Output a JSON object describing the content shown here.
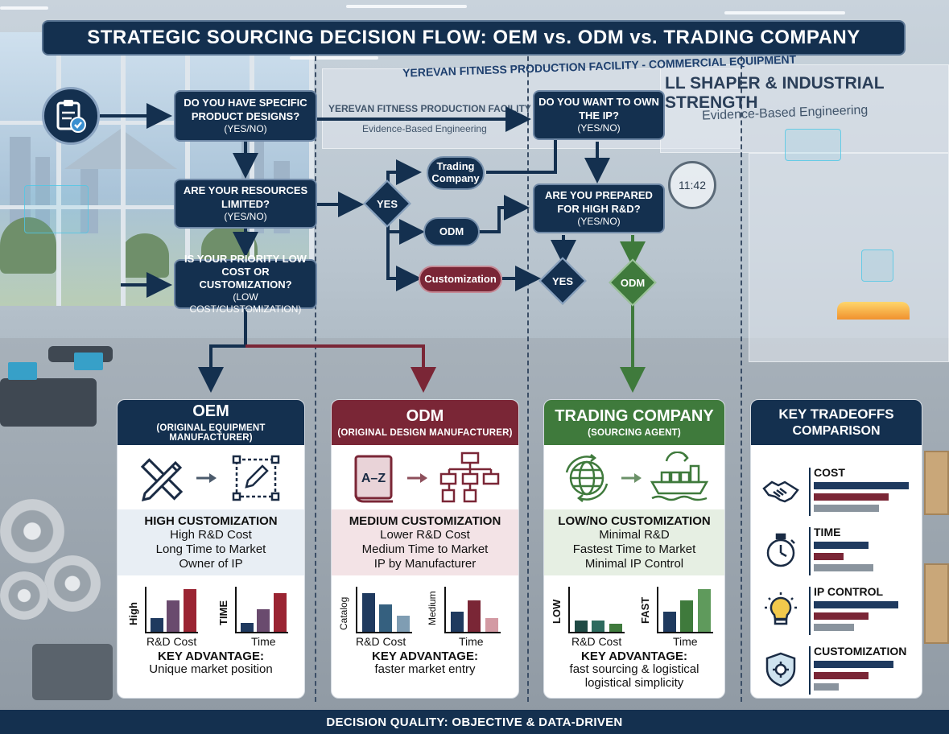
{
  "title": "STRATEGIC SOURCING DECISION FLOW: OEM vs. ODM vs. TRADING COMPANY",
  "footer": "DECISION QUALITY: OBJECTIVE & DATA-DRIVEN",
  "background_text": {
    "banner1": "YEREVAN FITNESS PRODUCTION FACILITY - COMMERCIAL EQUIPMENT",
    "banner2": "LL SHAPER & INDUSTRIAL STRENGTH",
    "sub1": "Evidence-Based Engineering",
    "sign_small1": "YEREVAN FITNESS PRODUCTION FACILITY",
    "sign_small2": "Evidence-Based Engineering",
    "clock": "11:42"
  },
  "colors": {
    "navy": "#14304f",
    "maroon": "#7a2636",
    "green": "#3f7a3c",
    "oem_bar": "#1f3a5f",
    "odm_bar": "#7a2636",
    "trading_bar": "#8a949e"
  },
  "flow": {
    "q1": {
      "title": "DO YOU HAVE SPECIFIC PRODUCT DESIGNS?",
      "sub": "(YES/NO)"
    },
    "q2": {
      "title": "ARE YOUR RESOURCES LIMITED?",
      "sub": "(YES/NO)"
    },
    "q3": {
      "title": "IS YOUR PRIORITY LOW COST OR CUSTOMIZATION?",
      "sub": "(LOW COST/CUSTOMIZATION)"
    },
    "q4": {
      "title": "DO YOU WANT TO OWN THE IP?",
      "sub": "(YES/NO)"
    },
    "q5": {
      "title": "ARE YOU PREPARED FOR HIGH R&D?",
      "sub": "(YES/NO)"
    },
    "yes_left": "YES",
    "yes_right": "YES",
    "odm_right": "ODM",
    "pill_trading": "Trading Company",
    "pill_odm": "ODM",
    "pill_custom": "Customization",
    "start_icon": "clipboard-check-icon"
  },
  "cards": {
    "oem": {
      "name": "OEM",
      "long": "(ORIGINAL EQUIPMENT MANUFACTURER)",
      "feature": "HIGH CUSTOMIZATION",
      "lines": [
        "High R&D Cost",
        "Long Time to Market",
        "Owner of IP"
      ],
      "chart1_ylabel": "High",
      "chart1_xlabel": "R&D Cost",
      "chart2_ylabel": "TIME",
      "chart2_xlabel": "Time",
      "adv_title": "KEY ADVANTAGE:",
      "adv_lines": [
        "Unique market position"
      ],
      "icons": [
        "ruler-pencil-icon",
        "arrow-right-icon",
        "design-sketch-icon"
      ]
    },
    "odm": {
      "name": "ODM",
      "long": "(ORIGINAL DESIGN MANUFACTURER)",
      "feature": "MEDIUM CUSTOMIZATION",
      "lines": [
        "Lower R&D Cost",
        "Medium Time to Market",
        "IP by Manufacturer"
      ],
      "catalog_text": "A–Z",
      "chart1_ylabel": "Catalog",
      "chart1_xlabel": "R&D Cost",
      "chart2_ylabel": "Medium",
      "chart2_xlabel": "Time",
      "adv_title": "KEY ADVANTAGE:",
      "adv_lines": [
        "faster market entry"
      ],
      "icons": [
        "catalog-book-icon",
        "arrow-right-icon",
        "org-chart-icon"
      ]
    },
    "trading": {
      "name": "TRADING COMPANY",
      "long": "(SOURCING AGENT)",
      "feature": "LOW/NO CUSTOMIZATION",
      "lines": [
        "Minimal R&D",
        "Fastest Time to Market",
        "Minimal IP Control"
      ],
      "chart1_ylabel": "LOW",
      "chart1_xlabel": "R&D Cost",
      "chart2_ylabel": "FAST",
      "chart2_xlabel": "Time",
      "adv_title": "KEY ADVANTAGE:",
      "adv_lines": [
        "fast sourcing & logistical",
        "logistical simplicity"
      ],
      "icons": [
        "globe-icon",
        "arrow-right-icon",
        "cargo-ship-icon"
      ]
    }
  },
  "tradeoffs": {
    "title_line1": "KEY TRADEOFFS",
    "title_line2": "COMPARISON",
    "rows": [
      {
        "label": "COST",
        "icon": "handshake-icon"
      },
      {
        "label": "TIME",
        "icon": "stopwatch-icon"
      },
      {
        "label": "IP CONTROL",
        "icon": "lightbulb-icon"
      },
      {
        "label": "CUSTOMIZATION",
        "icon": "shield-gear-icon"
      }
    ]
  },
  "chart_data": [
    {
      "type": "bar",
      "title": "KEY TRADEOFFS COMPARISON",
      "orientation": "horizontal",
      "categories": [
        "COST",
        "TIME",
        "IP CONTROL",
        "CUSTOMIZATION"
      ],
      "series": [
        {
          "values": [
            0.95,
            0.55,
            0.85,
            0.8
          ]
        },
        {
          "values": [
            0.75,
            0.3,
            0.55,
            0.55
          ]
        },
        {
          "values": [
            0.65,
            0.6,
            0.4,
            0.25
          ]
        }
      ],
      "xlim": [
        0,
        1
      ]
    },
    {
      "type": "bar",
      "card": "oem",
      "panel": "R&D Cost",
      "xlabel": "R&D Cost",
      "ylabel": "High",
      "values": [
        0.3,
        0.7,
        0.95
      ],
      "ylim": [
        0,
        1
      ]
    },
    {
      "type": "bar",
      "card": "oem",
      "panel": "Time",
      "xlabel": "Time",
      "ylabel": "TIME",
      "values": [
        0.2,
        0.5,
        0.85
      ],
      "ylim": [
        0,
        1
      ]
    },
    {
      "type": "bar",
      "card": "odm",
      "panel": "R&D Cost",
      "xlabel": "R&D Cost",
      "ylabel": "Catalog",
      "values": [
        0.85,
        0.6,
        0.35
      ],
      "ylim": [
        0,
        1
      ]
    },
    {
      "type": "bar",
      "card": "odm",
      "panel": "Time",
      "xlabel": "Time",
      "ylabel": "Medium",
      "values": [
        0.45,
        0.7,
        0.3
      ],
      "ylim": [
        0,
        1
      ]
    },
    {
      "type": "bar",
      "card": "trading",
      "panel": "R&D Cost",
      "xlabel": "R&D Cost",
      "ylabel": "LOW",
      "values": [
        0.25,
        0.25,
        0.18
      ],
      "ylim": [
        0,
        1
      ]
    },
    {
      "type": "bar",
      "card": "trading",
      "panel": "Time",
      "xlabel": "Time",
      "ylabel": "FAST",
      "values": [
        0.45,
        0.7,
        0.95
      ],
      "ylim": [
        0,
        1
      ]
    }
  ]
}
